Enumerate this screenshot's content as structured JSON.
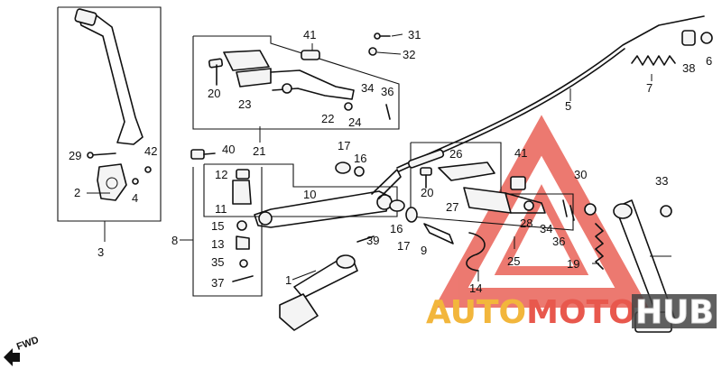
{
  "watermark": {
    "part_a": "AUTO",
    "part_b": "MOTO",
    "part_c": "HUB",
    "color_a": "#f2b63c",
    "color_b": "#e8584d",
    "color_c_fill": "#ffffff",
    "color_c_stroke": "#d9d9d9",
    "triangle_color": "#e8584d"
  },
  "direction_label": "FWD",
  "callouts": {
    "c1": "1",
    "c2": "2",
    "c3": "3",
    "c4": "4",
    "c5": "5",
    "c6": "6",
    "c7": "7",
    "c8": "8",
    "c9": "9",
    "c10": "10",
    "c11": "11",
    "c12": "12",
    "c13": "13",
    "c14": "14",
    "c15": "15",
    "c16a": "16",
    "c16b": "16",
    "c17a": "17",
    "c17b": "17",
    "c19": "19",
    "c20a": "20",
    "c20b": "20",
    "c21": "21",
    "c22": "22",
    "c23": "23",
    "c24": "24",
    "c25": "25",
    "c26": "26",
    "c27": "27",
    "c28": "28",
    "c29": "29",
    "c30": "30",
    "c31": "31",
    "c32": "32",
    "c33": "33",
    "c34a": "34",
    "c34b": "34",
    "c35": "35",
    "c36a": "36",
    "c36b": "36",
    "c37": "37",
    "c38": "38",
    "c39": "39",
    "c40": "40",
    "c41a": "41",
    "c41b": "41",
    "c42": "42"
  }
}
